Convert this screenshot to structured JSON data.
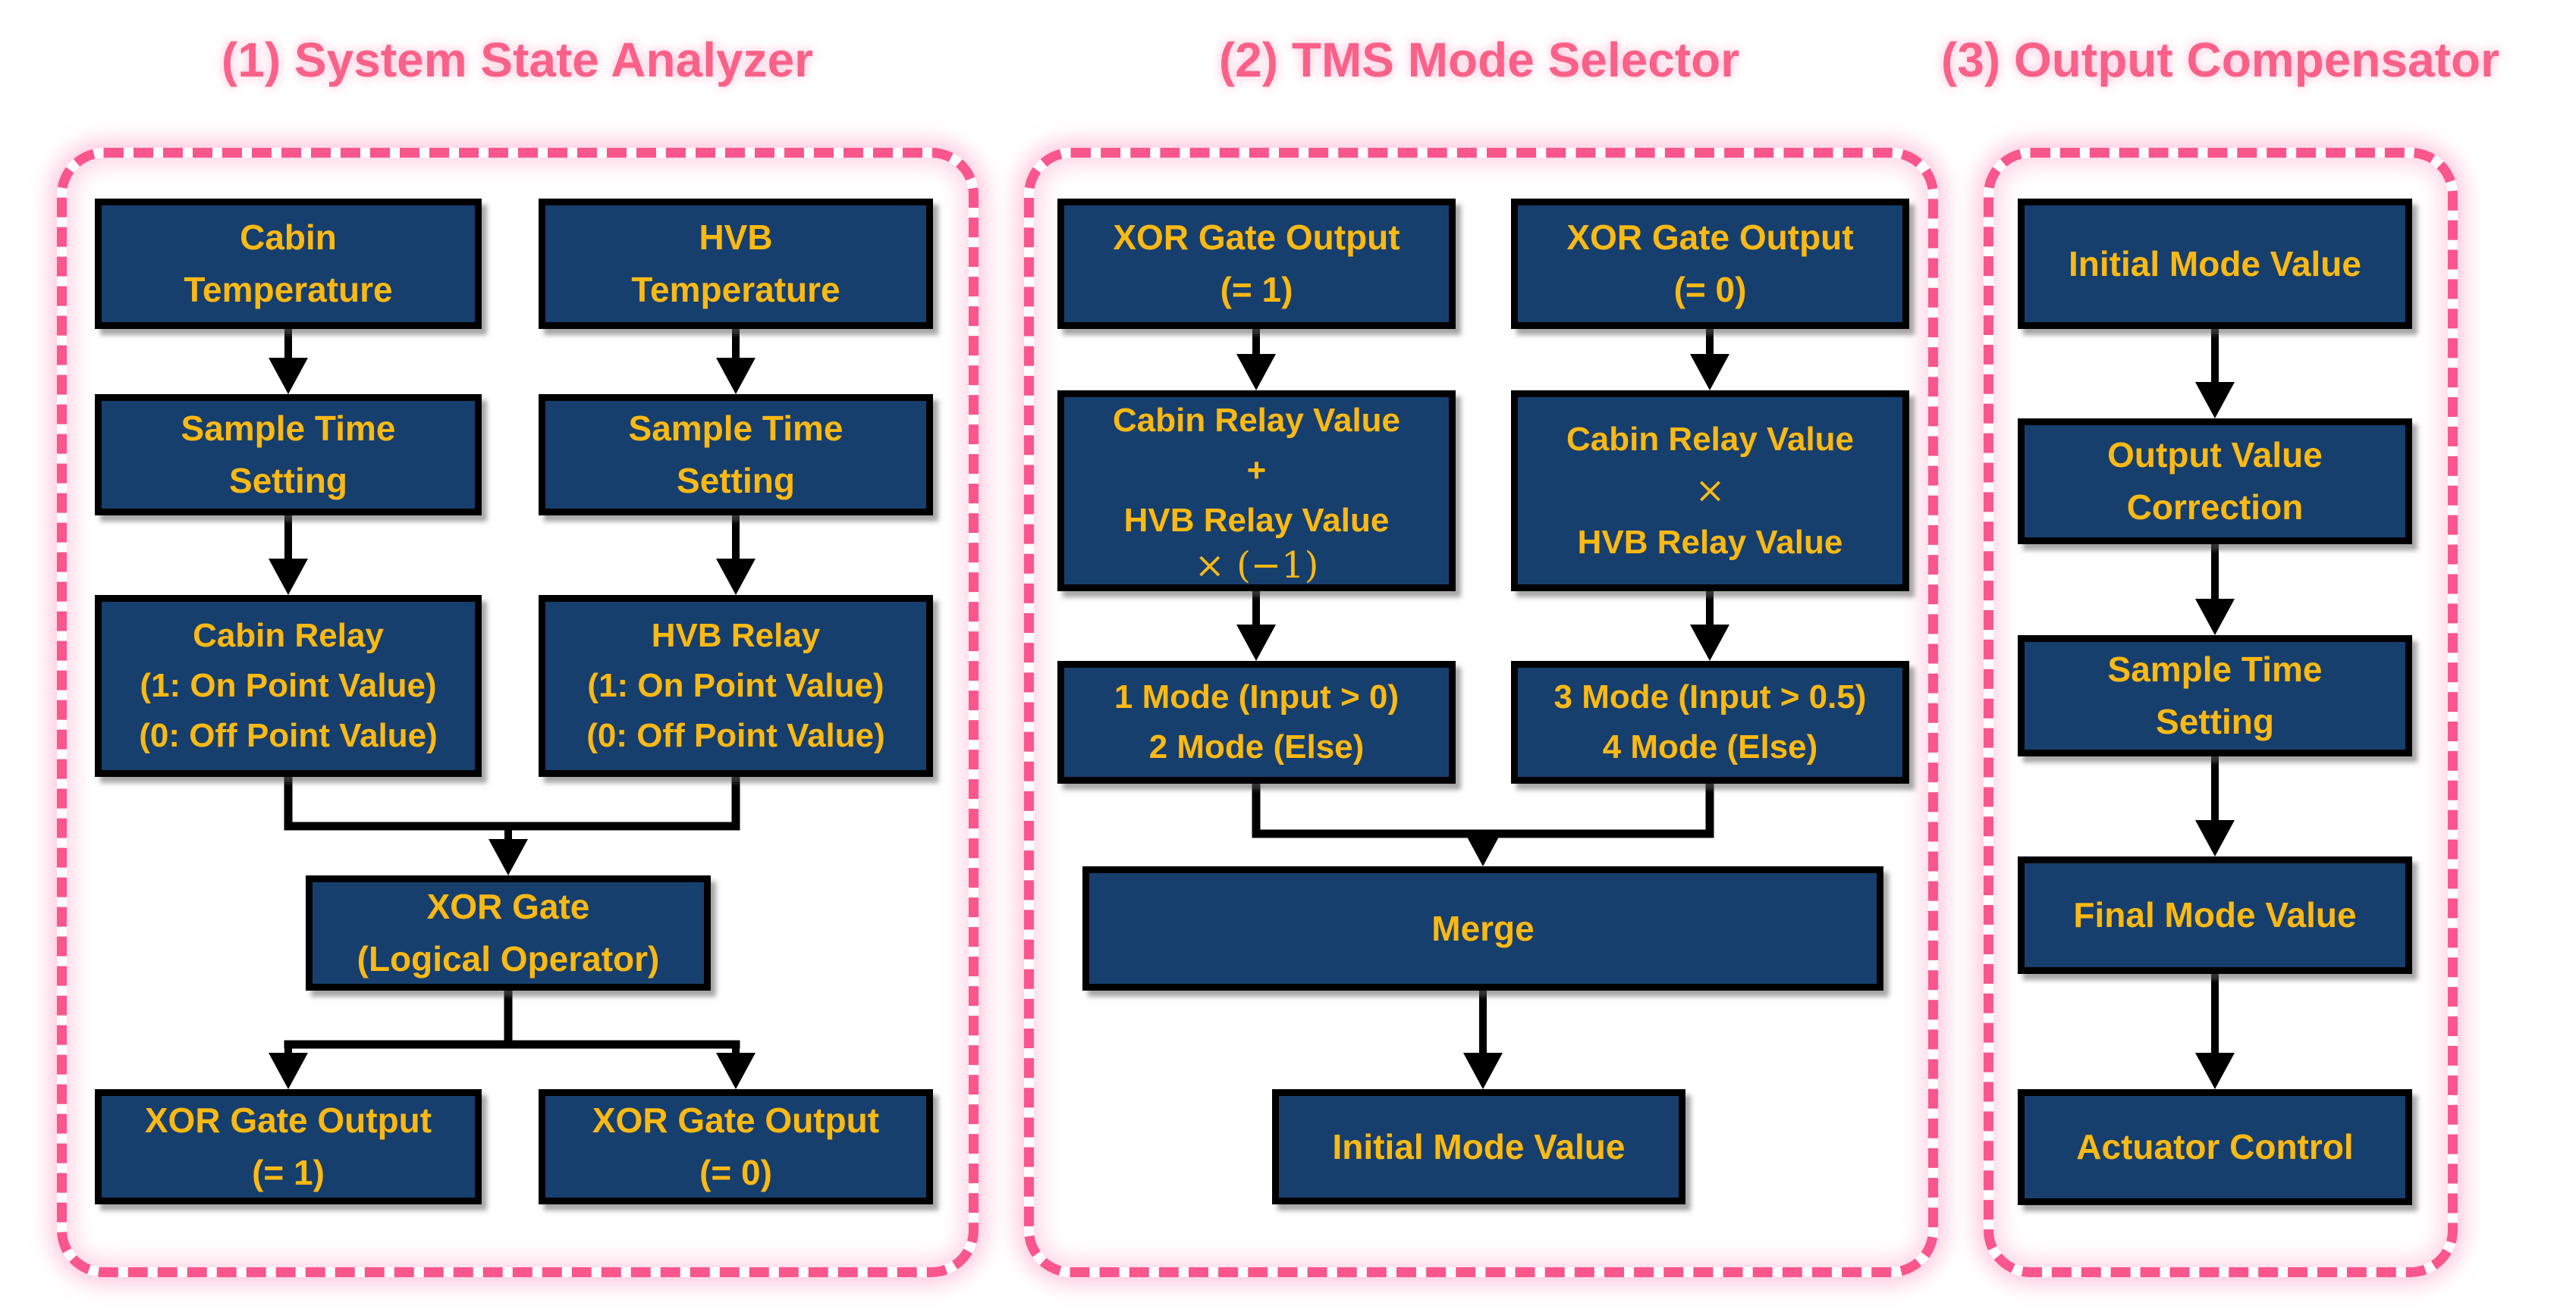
{
  "colors": {
    "node_fill": "#163f6e",
    "node_text": "#fdb913",
    "frame_pink": "#f9568c",
    "title_pink": "#fa6189",
    "connector": "#000000",
    "background": "#ffffff"
  },
  "sections": [
    {
      "title": "(1) System State Analyzer",
      "boxes": [
        {
          "name": "cabin-temperature",
          "lines": [
            "Cabin",
            "Temperature"
          ]
        },
        {
          "name": "hvb-temperature",
          "lines": [
            "HVB",
            "Temperature"
          ]
        },
        {
          "name": "sample-time-setting-cabin",
          "lines": [
            "Sample Time",
            "Setting"
          ]
        },
        {
          "name": "sample-time-setting-hvb",
          "lines": [
            "Sample Time",
            "Setting"
          ]
        },
        {
          "name": "cabin-relay",
          "lines": [
            "Cabin Relay",
            "(1: On Point Value)",
            "(0: Off Point Value)"
          ]
        },
        {
          "name": "hvb-relay",
          "lines": [
            "HVB Relay",
            "(1: On Point Value)",
            "(0: Off Point Value)"
          ]
        },
        {
          "name": "xor-gate",
          "lines": [
            "XOR Gate",
            "(Logical Operator)"
          ]
        },
        {
          "name": "xor-gate-output-1",
          "lines": [
            "XOR Gate Output",
            "(= 1)"
          ]
        },
        {
          "name": "xor-gate-output-0",
          "lines": [
            "XOR Gate Output",
            "(= 0)"
          ]
        }
      ]
    },
    {
      "title": "(2) TMS Mode Selector",
      "boxes": [
        {
          "name": "xor-gate-output-1",
          "lines": [
            "XOR Gate Output",
            "(= 1)"
          ]
        },
        {
          "name": "xor-gate-output-0",
          "lines": [
            "XOR Gate Output",
            "(= 0)"
          ]
        },
        {
          "name": "mode-1-2-formula",
          "lines": [
            "Cabin Relay Value",
            "+",
            "HVB Relay Value",
            "× (−1)"
          ]
        },
        {
          "name": "mode-3-4-formula",
          "lines": [
            "Cabin Relay Value",
            "×",
            "HVB Relay Value"
          ]
        },
        {
          "name": "mode-1-2-decision",
          "lines": [
            "1 Mode (Input > 0)",
            "2 Mode (Else)"
          ]
        },
        {
          "name": "mode-3-4-decision",
          "lines": [
            "3 Mode (Input > 0.5)",
            "4 Mode (Else)"
          ]
        },
        {
          "name": "merge",
          "lines": [
            "Merge"
          ]
        },
        {
          "name": "initial-mode-value",
          "lines": [
            "Initial Mode Value"
          ]
        }
      ]
    },
    {
      "title": "(3) Output Compensator",
      "boxes": [
        {
          "name": "initial-mode-value",
          "lines": [
            "Initial Mode Value"
          ]
        },
        {
          "name": "output-value-correction",
          "lines": [
            "Output Value",
            "Correction"
          ]
        },
        {
          "name": "sample-time-setting",
          "lines": [
            "Sample Time",
            "Setting"
          ]
        },
        {
          "name": "final-mode-value",
          "lines": [
            "Final Mode Value"
          ]
        },
        {
          "name": "actuator-control",
          "lines": [
            "Actuator Control"
          ]
        }
      ]
    }
  ]
}
